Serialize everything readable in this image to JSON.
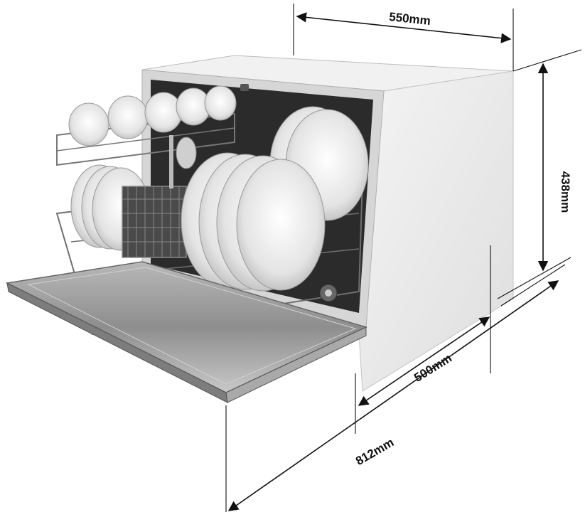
{
  "dimensions": {
    "width": "550mm",
    "height": "438mm",
    "depth": "500mm",
    "depth_door_open": "812mm"
  },
  "colors": {
    "line": "#111111",
    "cabinet_front": "#dcdcdc",
    "cabinet_side": "#ececec",
    "cabinet_top": "#f2f2f2",
    "interior": "#2a2a2a",
    "steel": "#9a9a9a",
    "dish": "#e6e6e6"
  }
}
